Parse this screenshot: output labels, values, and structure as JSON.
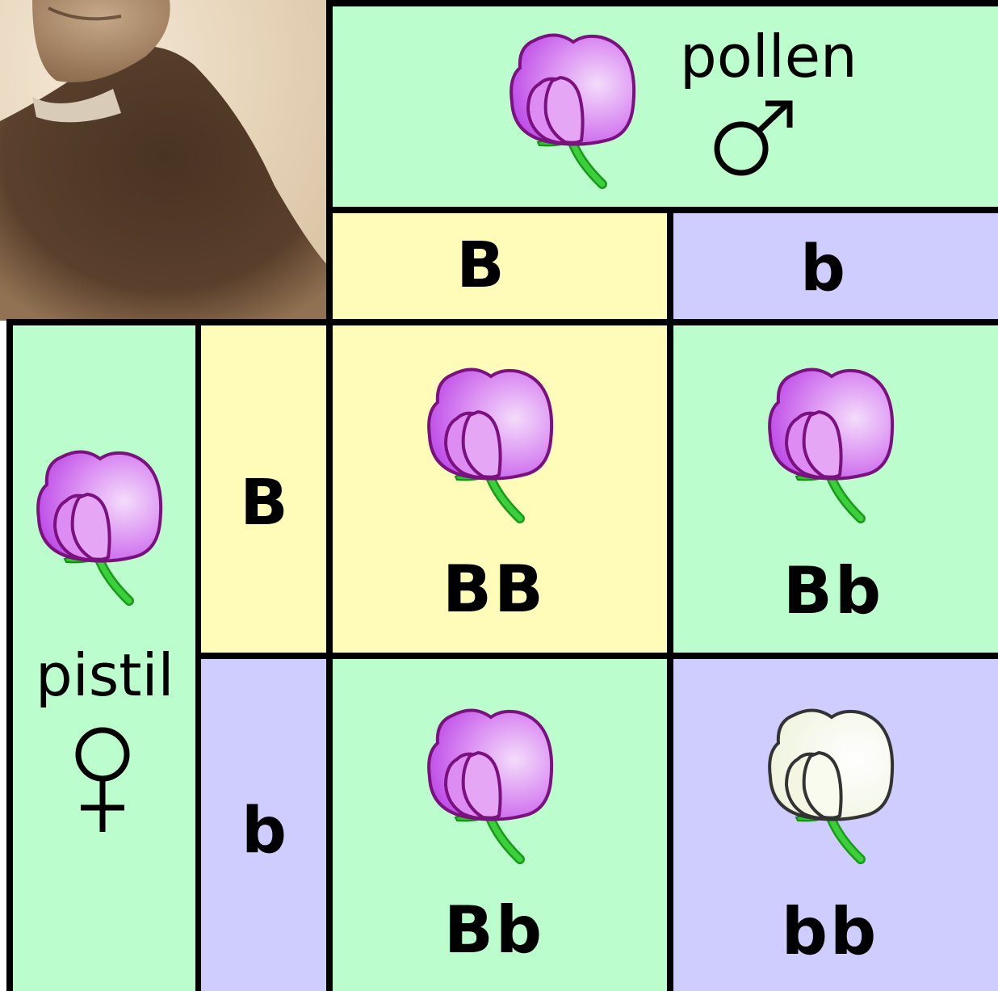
{
  "pollen": {
    "label": "pollen",
    "symbol": "male-symbol"
  },
  "pistil": {
    "label": "pistil",
    "symbol": "female-symbol"
  },
  "pollen_alleles": [
    "B",
    "b"
  ],
  "pistil_alleles": [
    "B",
    "b"
  ],
  "offspring": [
    {
      "genotype": "BB",
      "flower_color": "purple"
    },
    {
      "genotype": "Bb",
      "flower_color": "purple"
    },
    {
      "genotype": "Bb",
      "flower_color": "purple"
    },
    {
      "genotype": "bb",
      "flower_color": "white"
    }
  ],
  "colors": {
    "parent_bg": "#bbfdcc",
    "dominant_bg": "#fefcb8",
    "recessive_bg": "#cfcdfd",
    "purple_petal": "#cf6ef0",
    "white_petal": "#f6f8e8",
    "stem": "#22b522"
  },
  "icons": [
    "portrait-photo",
    "purple-flower-icon",
    "white-flower-icon",
    "male-symbol-icon",
    "female-symbol-icon"
  ]
}
